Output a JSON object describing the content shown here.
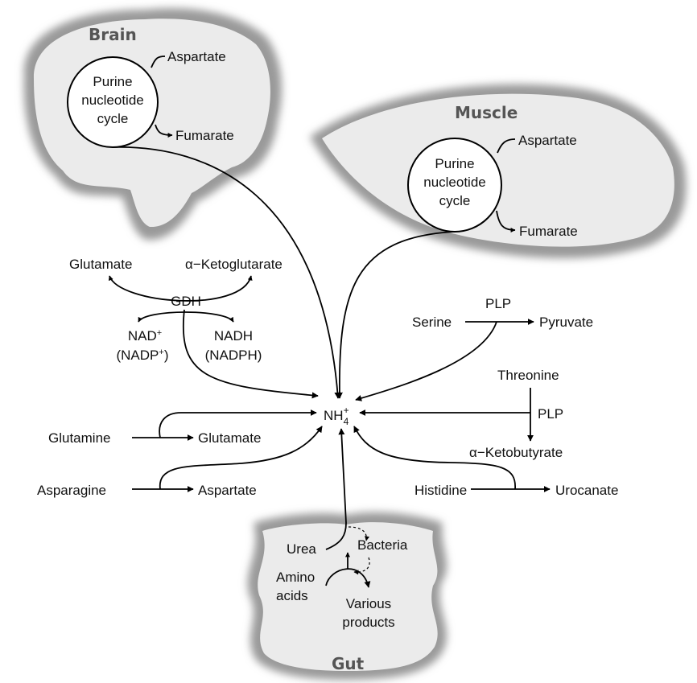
{
  "organs": {
    "brain": "Brain",
    "muscle": "Muscle",
    "gut": "Gut"
  },
  "brain": {
    "cycle_line1": "Purine",
    "cycle_line2": "nucleotide",
    "cycle_line3": "cycle",
    "input": "Aspartate",
    "output": "Fumarate"
  },
  "muscle": {
    "cycle_line1": "Purine",
    "cycle_line2": "nucleotide",
    "cycle_line3": "cycle",
    "input": "Aspartate",
    "output": "Fumarate"
  },
  "center": {
    "ammonium": "NH",
    "ammonium_sup": "+",
    "ammonium_sub": "4"
  },
  "gdh": {
    "enzyme": "GDH",
    "glutamate": "Glutamate",
    "akg": "α−Ketoglutarate",
    "nad": "NAD",
    "nad_sup": "+",
    "nadp": "(NADP",
    "nadp_sup": "+",
    "nadp_close": ")",
    "nadh": "NADH",
    "nadph": "(NADPH)"
  },
  "serine": {
    "substrate": "Serine",
    "cofactor": "PLP",
    "product": "Pyruvate"
  },
  "threonine": {
    "substrate": "Threonine",
    "cofactor": "PLP",
    "product": "α−Ketobutyrate"
  },
  "histidine": {
    "substrate": "Histidine",
    "product": "Urocanate"
  },
  "glutamine": {
    "substrate": "Glutamine",
    "product": "Glutamate"
  },
  "asparagine": {
    "substrate": "Asparagine",
    "product": "Aspartate"
  },
  "gut": {
    "urea": "Urea",
    "bacteria": "Bacteria",
    "amino1": "Amino",
    "amino2": "acids",
    "various1": "Various",
    "various2": "products"
  }
}
